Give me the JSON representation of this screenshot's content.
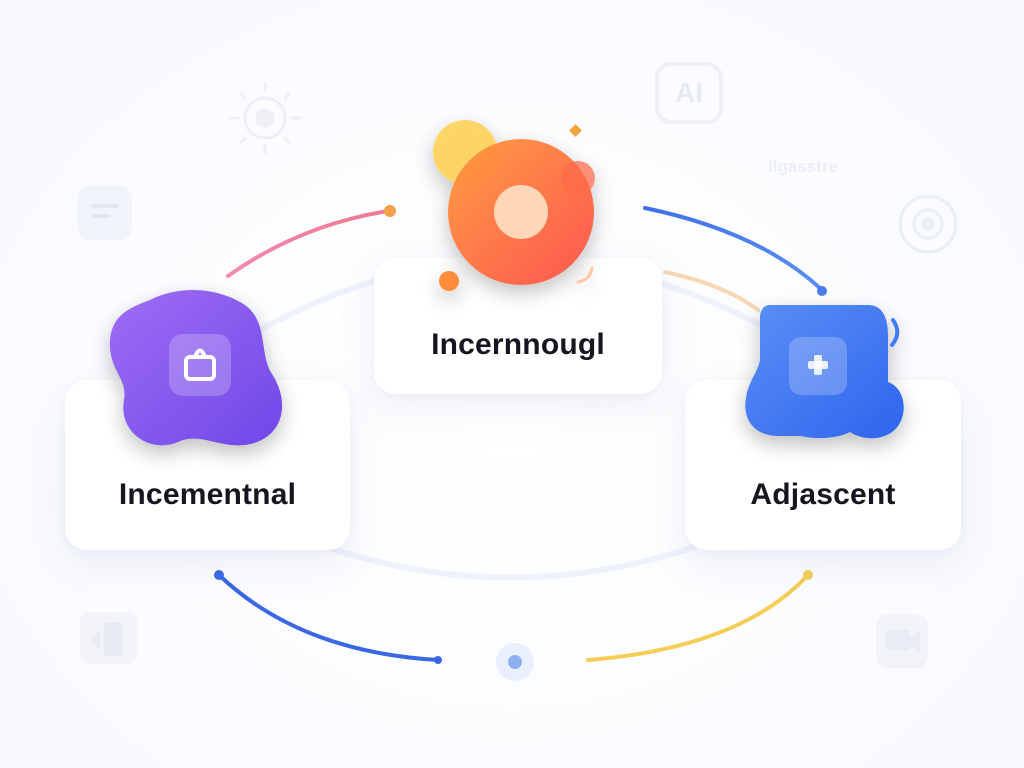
{
  "nodes": {
    "left": {
      "label": "Incementnal",
      "icon": "purple-blob-box-icon",
      "color": "#8a5cf0"
    },
    "center": {
      "label": "Incernnougl",
      "icon": "orange-ring-icon",
      "color": "#ff7043"
    },
    "right": {
      "label": "Adjascent",
      "icon": "blue-plus-blob-icon",
      "color": "#3f7cf5"
    }
  },
  "background": {
    "ai_badge": "AI",
    "faded_caption": "Ilgasstre"
  },
  "colors": {
    "pink_connector": "#f07aa0",
    "blue_connector": "#4a7cf0",
    "yellow_connector": "#f6cf5a",
    "peach_connector": "#f8d6b0",
    "hub": "#8fb0f0"
  }
}
